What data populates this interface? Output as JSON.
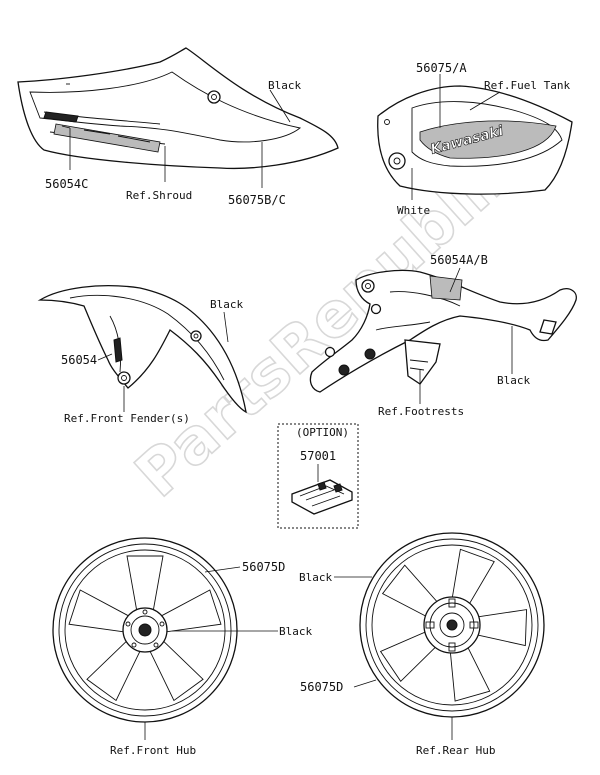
{
  "watermark": "PartsRepublik",
  "groups": {
    "shroud": {
      "part_numbers": [
        "56054C",
        "56075B/C"
      ],
      "notes": [
        "Black",
        "Ref.Shroud"
      ]
    },
    "fuel_tank": {
      "part_numbers": [
        "56075/A"
      ],
      "notes": [
        "Ref.Fuel Tank",
        "White"
      ],
      "decal_text": "Kawasaki"
    },
    "front_fender": {
      "part_numbers": [
        "56054"
      ],
      "notes": [
        "Black",
        "Ref.Front Fender(s)"
      ]
    },
    "footrest": {
      "part_numbers": [
        "56054A/B"
      ],
      "notes": [
        "Black",
        "Ref.Footrests"
      ]
    },
    "option": {
      "title": "(OPTION)",
      "part_numbers": [
        "57001"
      ]
    },
    "front_wheel": {
      "part_numbers": [
        "56075D"
      ],
      "notes": [
        "Black",
        "Ref.Front Hub"
      ]
    },
    "rear_wheel": {
      "part_numbers": [
        "56075D"
      ],
      "notes": [
        "Black",
        "Ref.Rear Hub"
      ]
    }
  }
}
